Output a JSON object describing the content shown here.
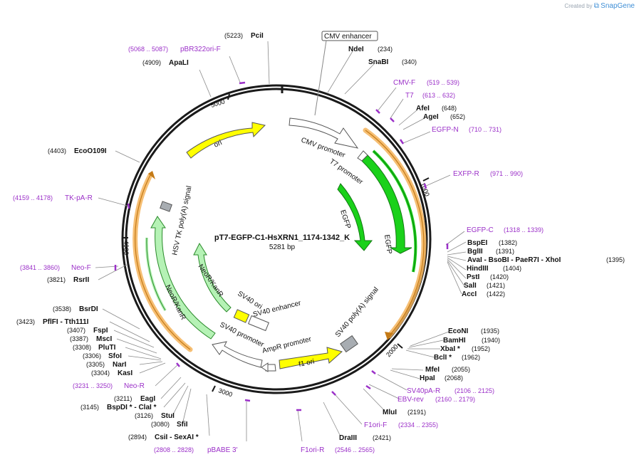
{
  "credit": {
    "prefix": "Created by",
    "brand": "SnapGene"
  },
  "plasmid": {
    "name": "pT7-EGFP-C1-HsXRN1_1174-1342_K",
    "size": "5281 bp",
    "total_bp": 5281
  },
  "colors": {
    "backbone": "#222222",
    "primer": "#9b30c8",
    "site": "#000000",
    "orange": "#f4b45c",
    "green": "#1ad11a",
    "yellow": "#ffff00",
    "lightgreen": "#b5f2b5",
    "gray": "#a8adb2"
  },
  "ticks": [
    {
      "pos": 1000,
      "label": "1000"
    },
    {
      "pos": 2000,
      "label": "2000"
    },
    {
      "pos": 3000,
      "label": "3000"
    },
    {
      "pos": 4000,
      "label": "4000"
    },
    {
      "pos": 5000,
      "label": "5000"
    }
  ],
  "features": [
    {
      "name": "CMV enhancer",
      "kind": "box",
      "box_label": true
    },
    {
      "name": "CMV promoter",
      "kind": "arrow",
      "fill": "#ffffff",
      "ring": "inner",
      "start": 233,
      "end": 570
    },
    {
      "name": "T7 promoter",
      "kind": "arrow",
      "fill": "#ffffff",
      "ring": "inner",
      "start": 611,
      "end": 630
    },
    {
      "name": "EGFP",
      "kind": "arrow",
      "fill": "#1ad11a",
      "ring": "mid",
      "start": 680,
      "end": 1395
    },
    {
      "name": "EGFP",
      "kind": "arrow",
      "fill": "#1ad11a",
      "ring": "inner-mid",
      "start": 840,
      "end": 1200
    },
    {
      "name": "SV40 poly(A) signal",
      "kind": "box",
      "fill": "#a8adb2",
      "ring": "inner"
    },
    {
      "name": "f1 ori",
      "kind": "arrow",
      "fill": "#ffff00",
      "ring": "inner",
      "start": 2180,
      "end": 2520
    },
    {
      "name": "AmpR promoter",
      "kind": "arrow",
      "fill": "#ffffff",
      "ring": "inner",
      "start": 2640,
      "end": 2745
    },
    {
      "name": "SV40 promoter",
      "kind": "arrow",
      "fill": "#ffffff",
      "ring": "inner",
      "start": 2750,
      "end": 3000
    },
    {
      "name": "SV40 ori",
      "kind": "box",
      "fill": "#ffff00",
      "ring": "inner"
    },
    {
      "name": "SV40 enhancer",
      "kind": "box",
      "fill": "#ffffff",
      "ring": "inner"
    },
    {
      "name": "NeoR/KanR",
      "kind": "arrow",
      "fill": "#b5f2b5",
      "ring": "inner",
      "start": 3040,
      "end": 3830
    },
    {
      "name": "NeoR/KanR",
      "kind": "arrow",
      "fill": "#b5f2b5",
      "ring": "inner-mid",
      "start": 3100,
      "end": 3760
    },
    {
      "name": "HSV TK poly(A) signal",
      "kind": "box",
      "fill": "#a8adb2",
      "ring": "inner"
    },
    {
      "name": "ori",
      "kind": "arrow",
      "fill": "#ffff00",
      "ring": "inner",
      "start": 4500,
      "end": 5110
    }
  ],
  "sites": [
    {
      "name": "PciI",
      "coord": "(5223)"
    },
    {
      "name": "pBR322ori-F",
      "coord": "(5068 .. 5087)",
      "primer": true
    },
    {
      "name": "ApaLI",
      "coord": "(4909)"
    },
    {
      "name": "NdeI",
      "coord": "(234)"
    },
    {
      "name": "SnaBI",
      "coord": "(340)"
    },
    {
      "name": "CMV-F",
      "coord": "(519 .. 539)",
      "primer": true
    },
    {
      "name": "T7",
      "coord": "(613 .. 632)",
      "primer": true
    },
    {
      "name": "AfeI",
      "coord": "(648)"
    },
    {
      "name": "AgeI",
      "coord": "(652)"
    },
    {
      "name": "EGFP-N",
      "coord": "(710 .. 731)",
      "primer": true
    },
    {
      "name": "EXFP-R",
      "coord": "(971 .. 990)",
      "primer": true
    },
    {
      "name": "EGFP-C",
      "coord": "(1318 .. 1339)",
      "primer": true
    },
    {
      "name": "BspEI",
      "coord": "(1382)"
    },
    {
      "name": "BglII",
      "coord": "(1391)"
    },
    {
      "name": "AvaI - BsoBI - PaeR7I - XhoI",
      "coord": "(1395)"
    },
    {
      "name": "HindIII",
      "coord": "(1404)"
    },
    {
      "name": "PstI",
      "coord": "(1420)"
    },
    {
      "name": "SalI",
      "coord": "(1421)"
    },
    {
      "name": "AccI",
      "coord": "(1422)"
    },
    {
      "name": "EcoNI",
      "coord": "(1935)"
    },
    {
      "name": "BamHI",
      "coord": "(1940)"
    },
    {
      "name": "XbaI *",
      "coord": "(1952)"
    },
    {
      "name": "BclI *",
      "coord": "(1962)"
    },
    {
      "name": "MfeI",
      "coord": "(2055)"
    },
    {
      "name": "HpaI",
      "coord": "(2068)"
    },
    {
      "name": "SV40pA-R",
      "coord": "(2106 .. 2125)",
      "primer": true
    },
    {
      "name": "EBV-rev",
      "coord": "(2160 .. 2179)",
      "primer": true
    },
    {
      "name": "MluI",
      "coord": "(2191)"
    },
    {
      "name": "F1ori-F",
      "coord": "(2334 .. 2355)",
      "primer": true
    },
    {
      "name": "DraIII",
      "coord": "(2421)"
    },
    {
      "name": "F1ori-R",
      "coord": "(2546 .. 2565)",
      "primer": true
    },
    {
      "name": "pBABE 3'",
      "coord": "(2808 .. 2828)",
      "primer": true
    },
    {
      "name": "CsiI - SexAI *",
      "coord": "(2894)"
    },
    {
      "name": "SfiI",
      "coord": "(3080)"
    },
    {
      "name": "StuI",
      "coord": "(3126)"
    },
    {
      "name": "BspDI * - ClaI *",
      "coord": "(3145)"
    },
    {
      "name": "EagI",
      "coord": "(3211)"
    },
    {
      "name": "Neo-R",
      "coord": "(3231 .. 3250)",
      "primer": true
    },
    {
      "name": "KasI",
      "coord": "(3304)"
    },
    {
      "name": "NarI",
      "coord": "(3305)"
    },
    {
      "name": "SfoI",
      "coord": "(3306)"
    },
    {
      "name": "PluTI",
      "coord": "(3308)"
    },
    {
      "name": "MscI",
      "coord": "(3387)"
    },
    {
      "name": "FspI",
      "coord": "(3407)"
    },
    {
      "name": "PflFI - Tth111I",
      "coord": "(3423)"
    },
    {
      "name": "BsrDI",
      "coord": "(3538)"
    },
    {
      "name": "RsrII",
      "coord": "(3821)"
    },
    {
      "name": "Neo-F",
      "coord": "(3841 .. 3860)",
      "primer": true
    },
    {
      "name": "TK-pA-R",
      "coord": "(4159 .. 4178)",
      "primer": true
    },
    {
      "name": "EcoO109I",
      "coord": "(4403)"
    }
  ]
}
